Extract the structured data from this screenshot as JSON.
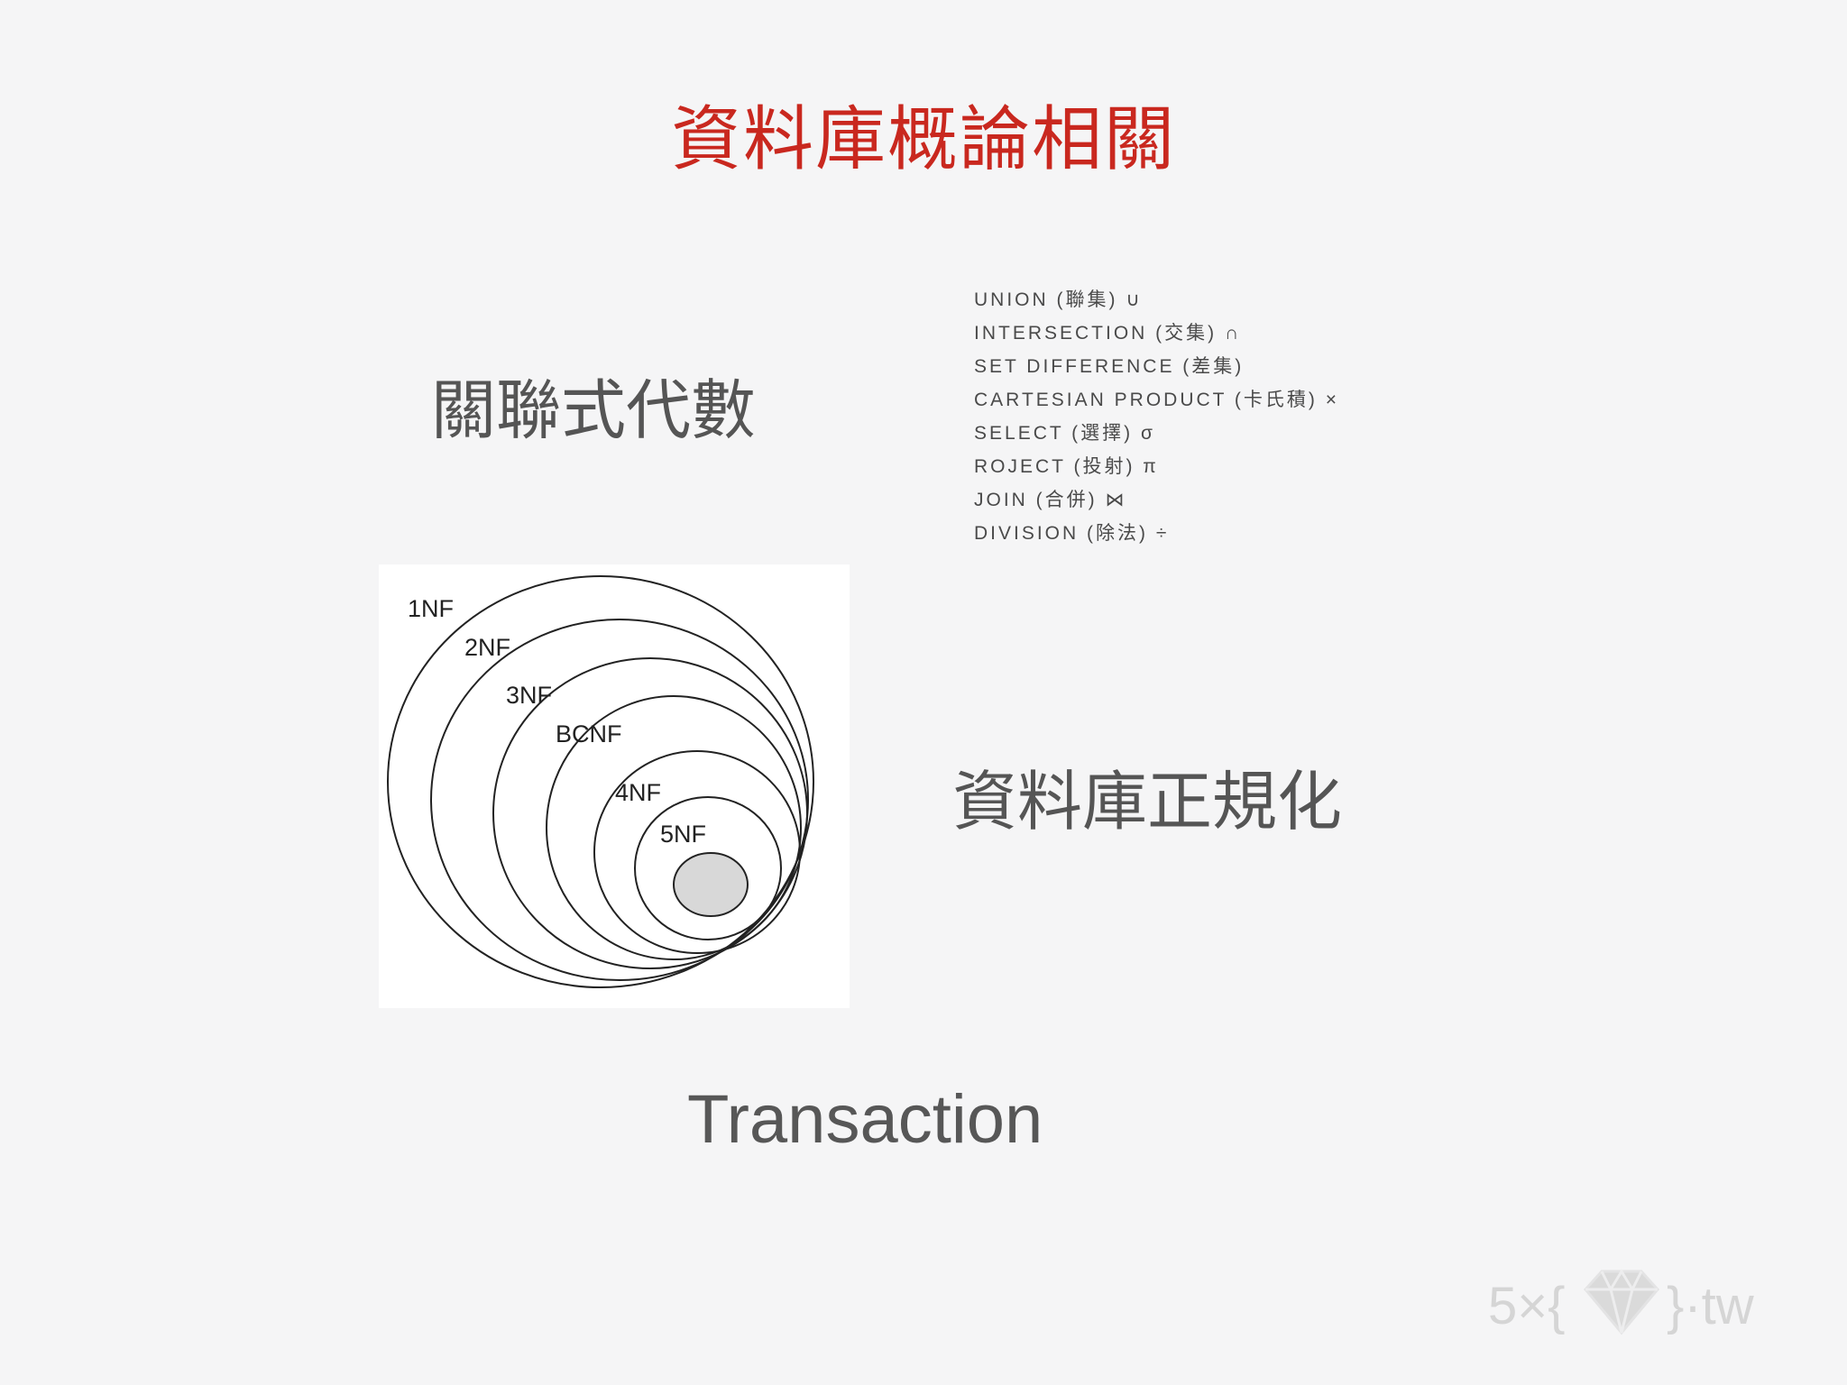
{
  "slide": {
    "title": "資料庫概論相關",
    "topics": {
      "relational_algebra": "關聯式代數",
      "normalization": "資料庫正規化",
      "transaction": "Transaction"
    },
    "operations": [
      "UNION (聯集) ∪",
      "INTERSECTION (交集) ∩",
      "SET DIFFERENCE (差集)",
      "CARTESIAN PRODUCT (卡氏積) ×",
      "SELECT (選擇) σ",
      "ROJECT (投射) π",
      "JOIN (合併) ⋈",
      "DIVISION (除法) ÷"
    ]
  },
  "normal_forms": {
    "labels": [
      "1NF",
      "2NF",
      "3NF",
      "BCNF",
      "4NF",
      "5NF"
    ],
    "innermost_fill": "#d8d8d8"
  },
  "watermark": {
    "text_left": "5×{",
    "text_right": "}·tw",
    "icon": "gem-icon"
  },
  "colors": {
    "title": "#c9281f",
    "heading": "#555555",
    "background": "#f5f5f6"
  }
}
